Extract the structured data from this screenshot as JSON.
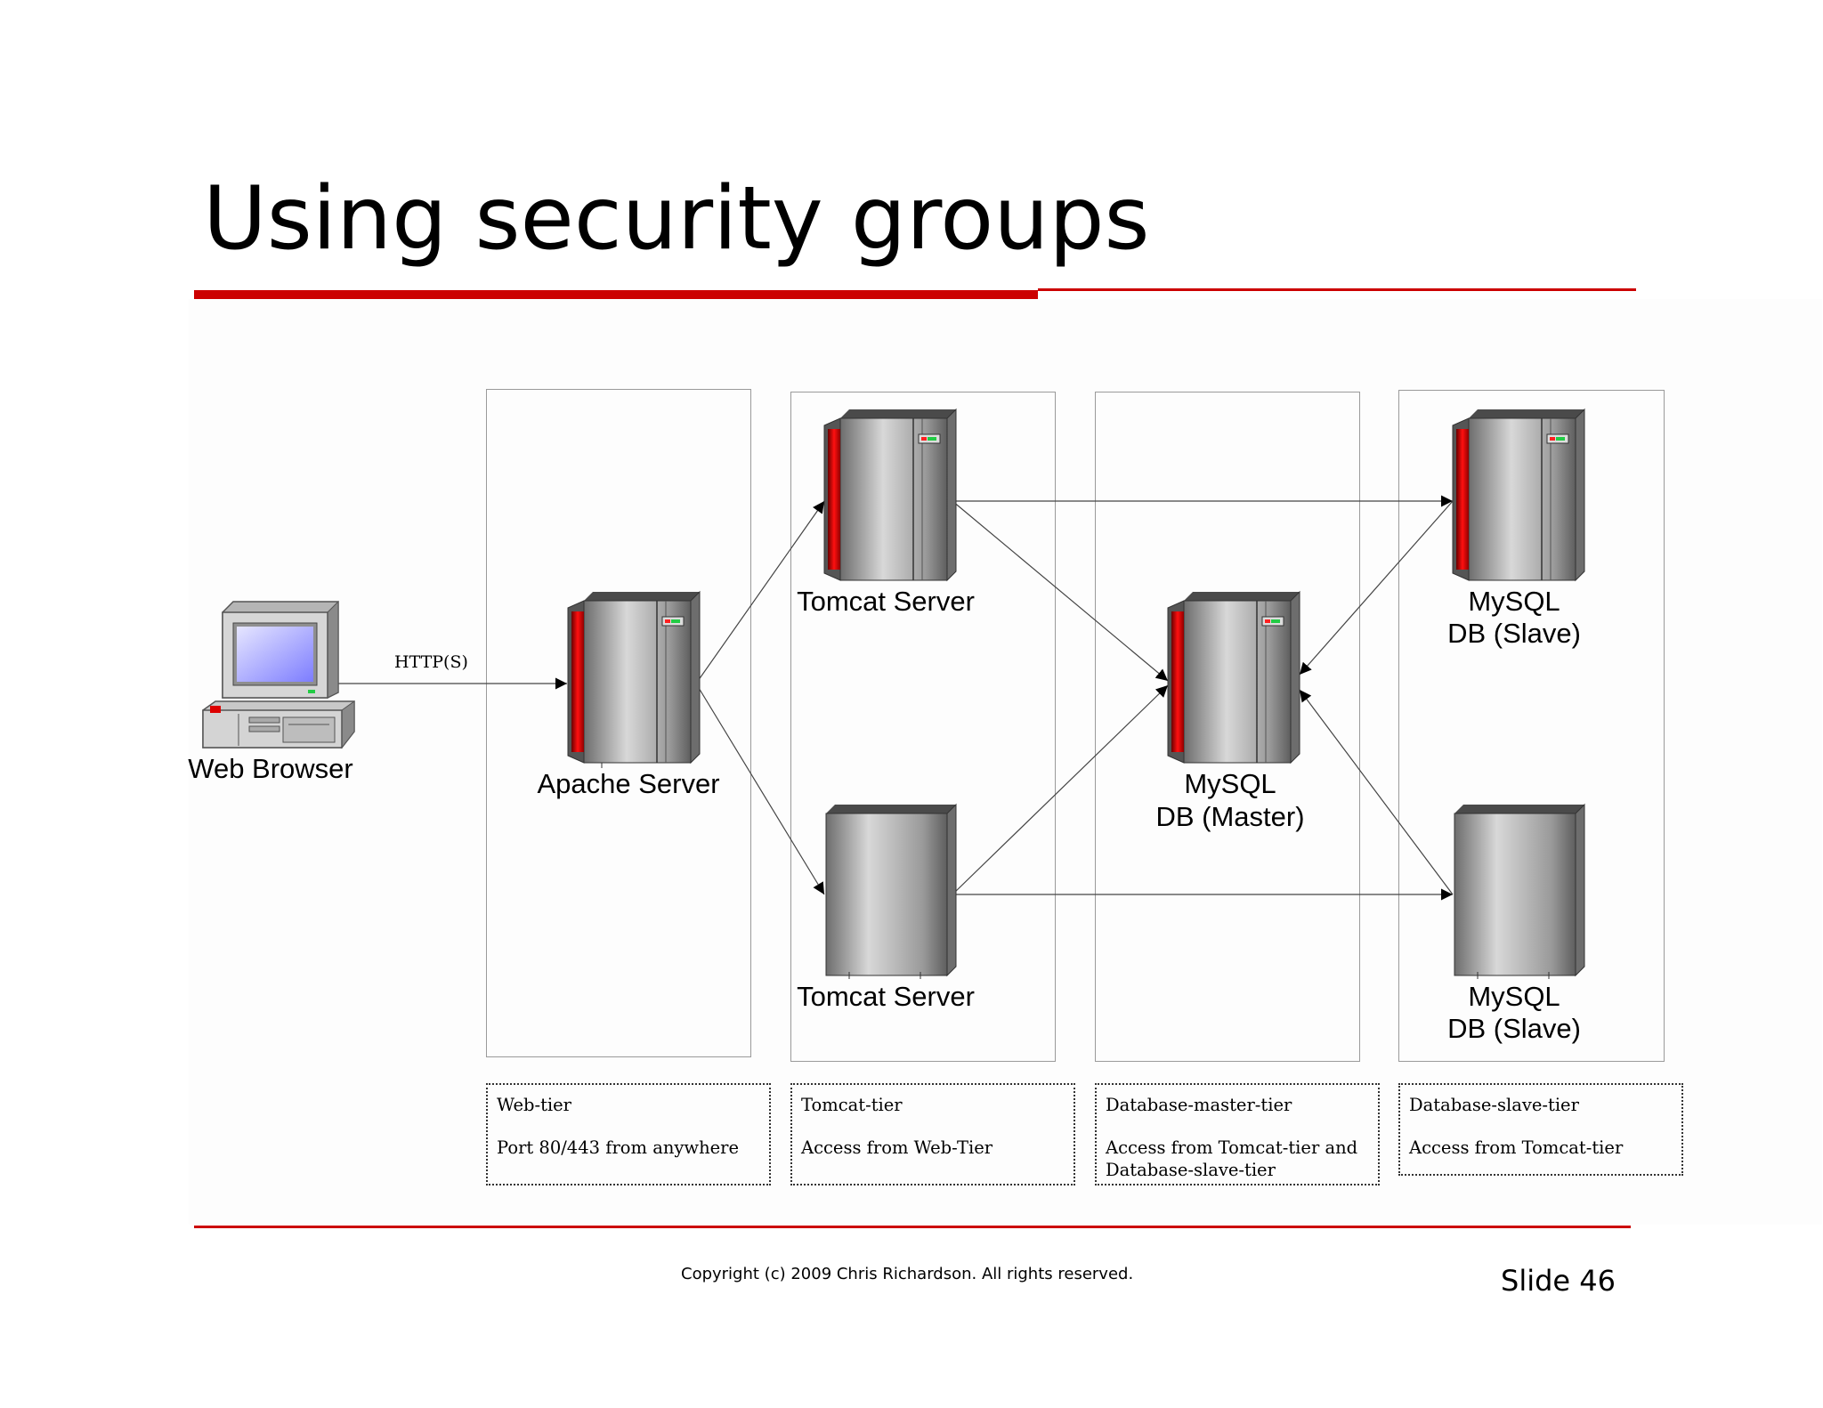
{
  "slide": {
    "title": "Using security groups",
    "copyright": "Copyright (c) 2009 Chris Richardson. All rights reserved.",
    "slide_number": "Slide 46",
    "accent_color": "#cc0000"
  },
  "diagram": {
    "connection_label": "HTTP(S)",
    "nodes": {
      "web_browser": {
        "label": "Web Browser",
        "icon": "desktop-computer-icon"
      },
      "apache": {
        "label": "Apache Server",
        "icon": "server-tower-icon"
      },
      "tomcat_top": {
        "label": "Tomcat Server",
        "icon": "server-tower-icon"
      },
      "tomcat_bottom": {
        "label": "Tomcat Server",
        "icon": "server-tower-icon"
      },
      "mysql_master": {
        "label_line1": "MySQL",
        "label_line2": "DB (Master)",
        "icon": "server-tower-icon"
      },
      "mysql_slave_top": {
        "label_line1": "MySQL",
        "label_line2": "DB (Slave)",
        "icon": "server-tower-icon"
      },
      "mysql_slave_bottom": {
        "label_line1": "MySQL",
        "label_line2": "DB (Slave)",
        "icon": "server-tower-icon"
      }
    },
    "security_groups": [
      {
        "name": "Web-tier",
        "rule": "Port 80/443 from anywhere"
      },
      {
        "name": "Tomcat-tier",
        "rule": "Access from Web-Tier"
      },
      {
        "name": "Database-master-tier",
        "rule": "Access from Tomcat-tier and Database-slave-tier"
      },
      {
        "name": "Database-slave-tier",
        "rule": "Access from Tomcat-tier"
      }
    ]
  }
}
